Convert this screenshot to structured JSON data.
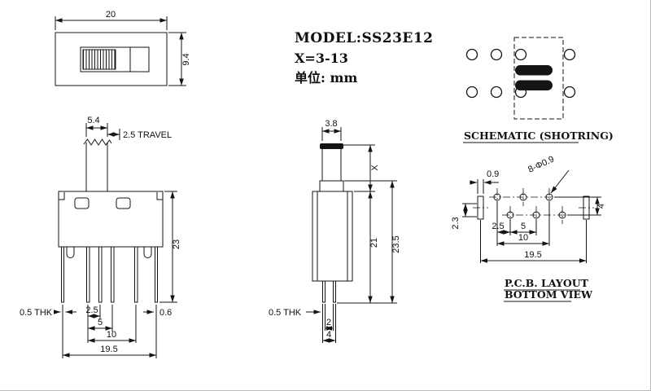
{
  "colors": {
    "ink": "#141414",
    "background": "#ffffff"
  },
  "title_block": {
    "model": "MODEL:SS23E12",
    "x_range": "X=3-13",
    "unit": "单位: mm"
  },
  "top_view": {
    "width": "20",
    "height": "9.4"
  },
  "front_view": {
    "knob_width": "5.4",
    "travel": "2.5 TRAVEL",
    "height": "23",
    "thickness": "0.5 THK",
    "pin_width": "0.6",
    "pitch_small": "2.5",
    "pitch_mid": "5",
    "pitch_large": "10",
    "total_width": "19.5"
  },
  "side_view": {
    "stem_width": "3.8",
    "x_dim": "X",
    "body_height": "21",
    "total_height": "23.5",
    "thickness": "0.5 THK",
    "pin_gap": "2",
    "pin_span": "4"
  },
  "schematic": {
    "title": "SCHEMATIC (SHOTRING)"
  },
  "pcb": {
    "title": "P.C.B. LAYOUT",
    "subtitle": "BOTTOM VIEW",
    "holes": "8-Φ0.9",
    "slot_width": "0.9",
    "slot_offset": "2.3",
    "row_spacing": "4",
    "pitch_small": "2.5",
    "pitch_mid": "5",
    "pitch_large": "10",
    "total_width": "19.5"
  }
}
